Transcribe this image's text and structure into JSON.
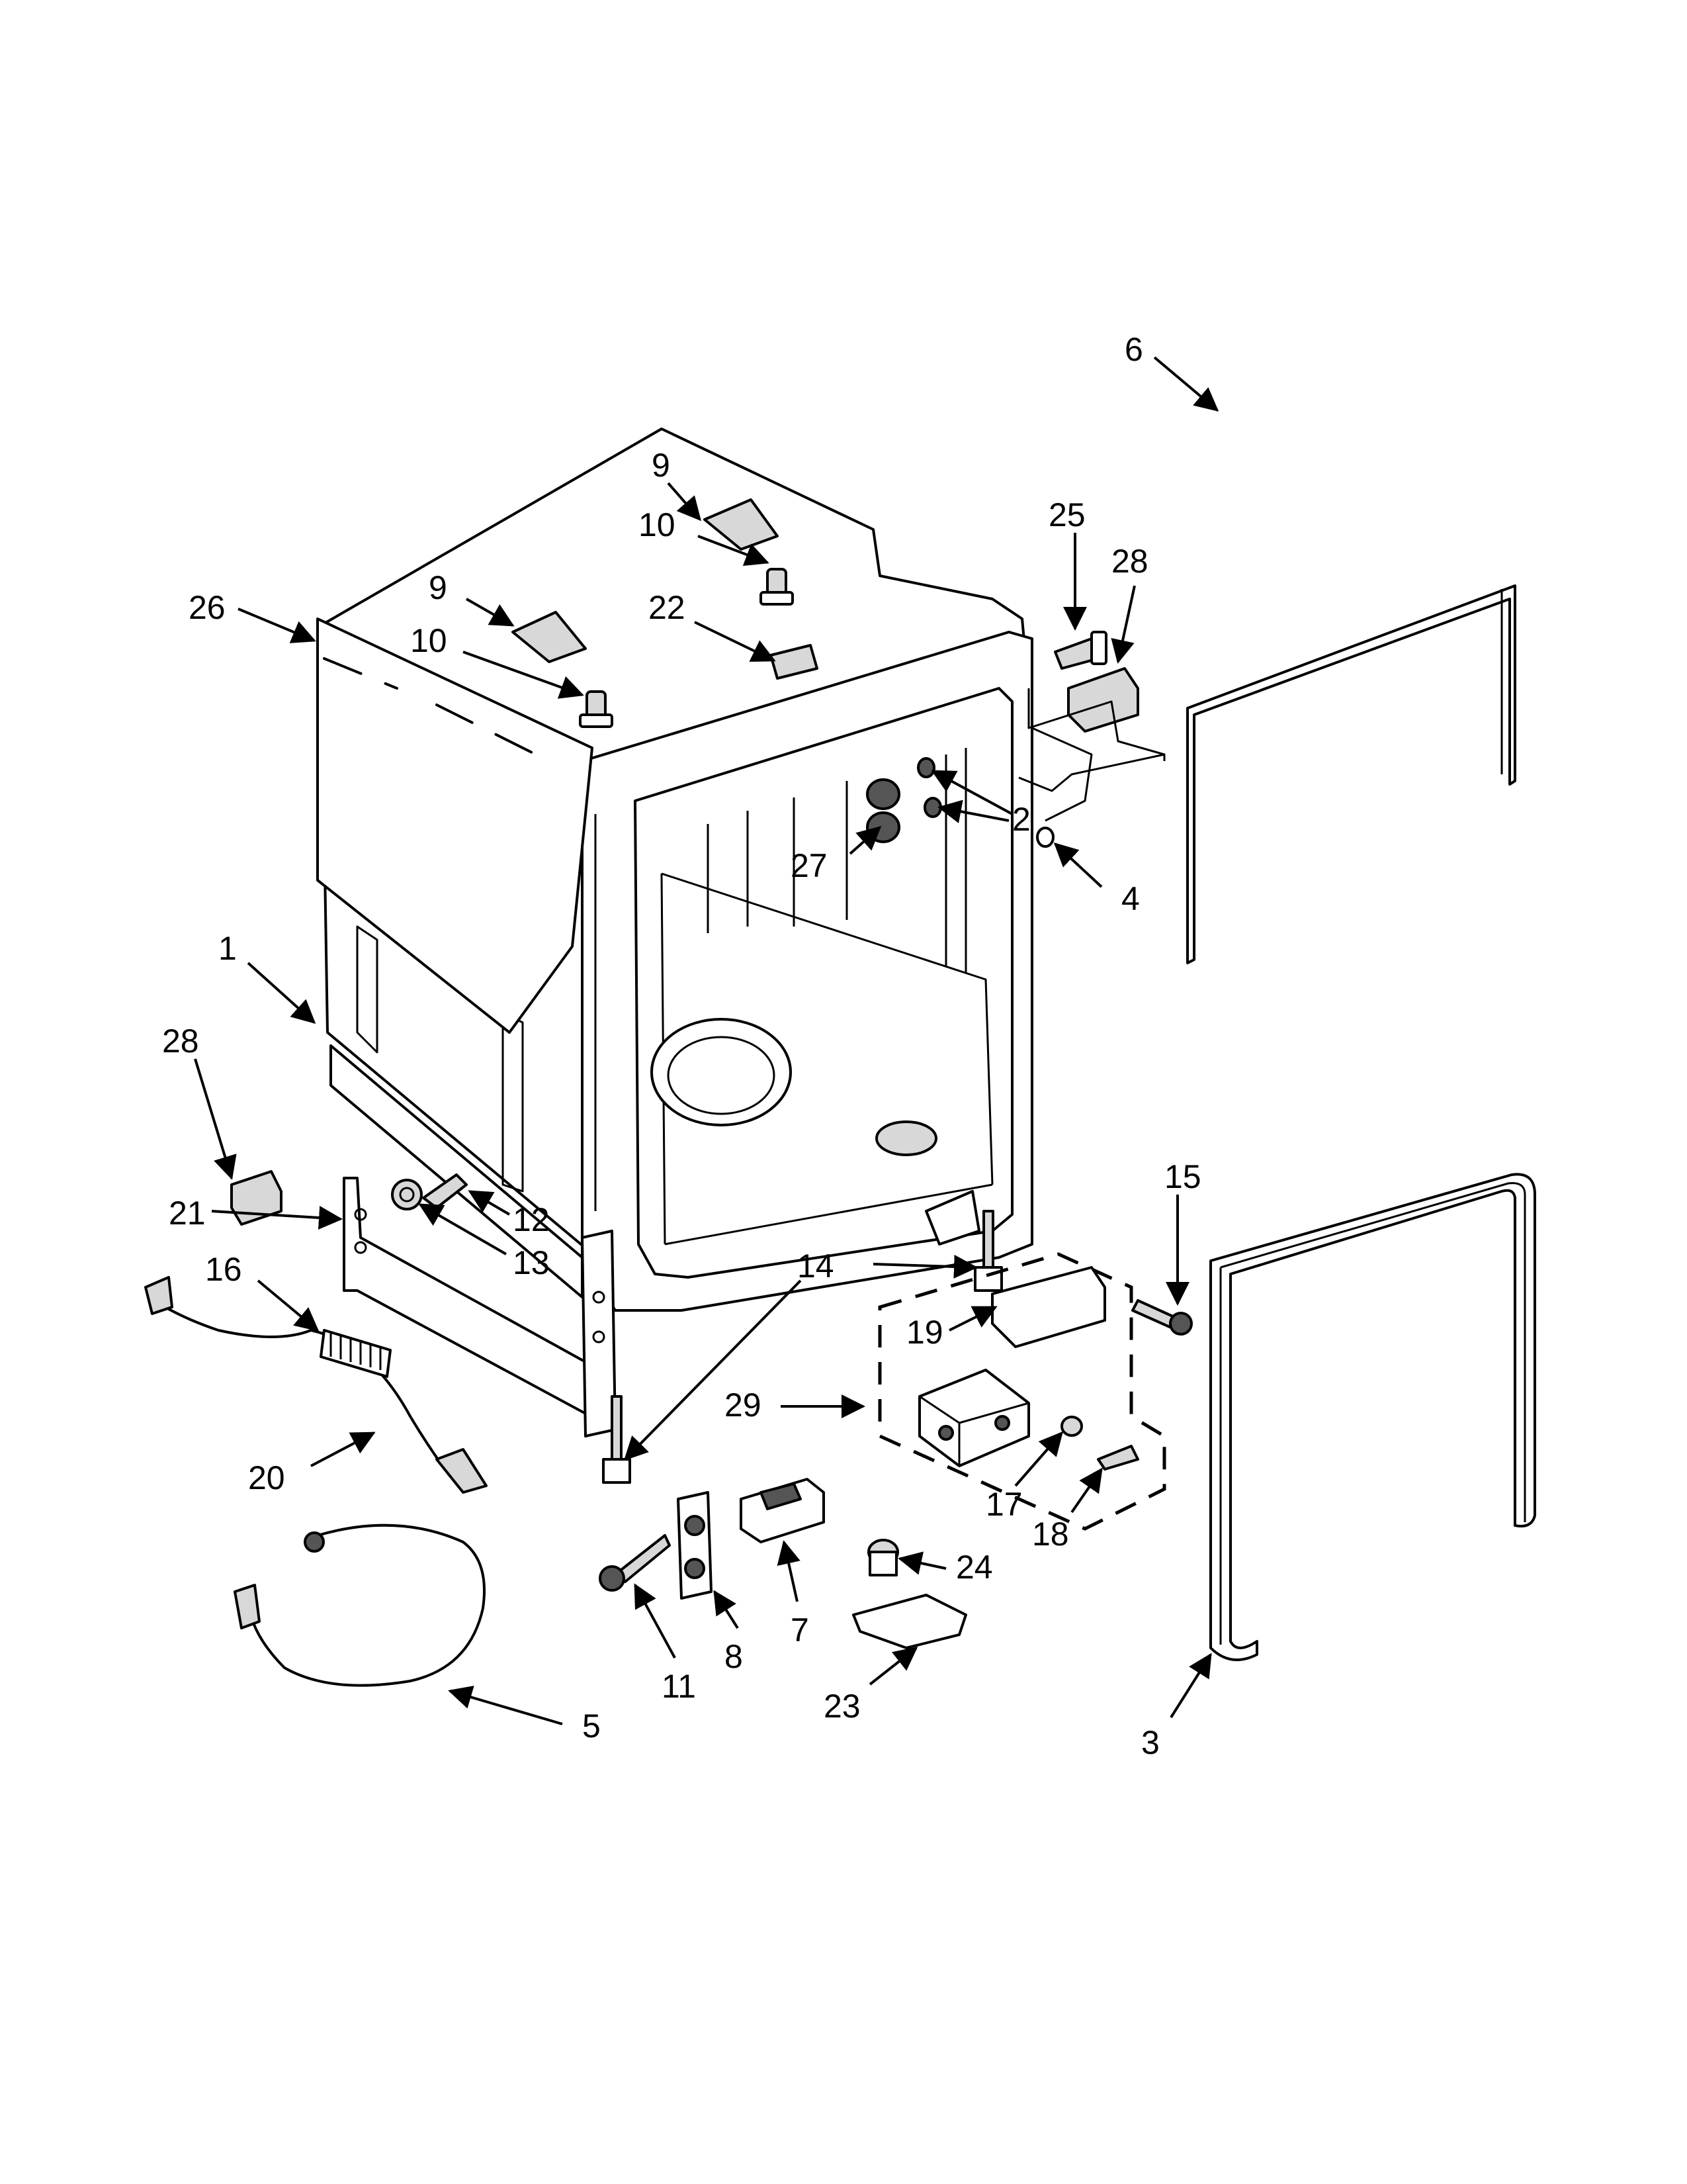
{
  "callouts": [
    {
      "id": "1",
      "text": "1"
    },
    {
      "id": "2",
      "text": "2"
    },
    {
      "id": "3",
      "text": "3"
    },
    {
      "id": "4",
      "text": "4"
    },
    {
      "id": "5",
      "text": "5"
    },
    {
      "id": "6",
      "text": "6"
    },
    {
      "id": "7",
      "text": "7"
    },
    {
      "id": "8",
      "text": "8"
    },
    {
      "id": "9a",
      "text": "9"
    },
    {
      "id": "9b",
      "text": "9"
    },
    {
      "id": "10a",
      "text": "10"
    },
    {
      "id": "10b",
      "text": "10"
    },
    {
      "id": "11",
      "text": "11"
    },
    {
      "id": "12",
      "text": "12"
    },
    {
      "id": "13",
      "text": "13"
    },
    {
      "id": "14",
      "text": "14"
    },
    {
      "id": "15",
      "text": "15"
    },
    {
      "id": "16",
      "text": "16"
    },
    {
      "id": "17",
      "text": "17"
    },
    {
      "id": "18",
      "text": "18"
    },
    {
      "id": "19",
      "text": "19"
    },
    {
      "id": "20",
      "text": "20"
    },
    {
      "id": "21",
      "text": "21"
    },
    {
      "id": "22",
      "text": "22"
    },
    {
      "id": "23",
      "text": "23"
    },
    {
      "id": "24",
      "text": "24"
    },
    {
      "id": "25",
      "text": "25"
    },
    {
      "id": "26",
      "text": "26"
    },
    {
      "id": "27",
      "text": "27"
    },
    {
      "id": "28a",
      "text": "28"
    },
    {
      "id": "28b",
      "text": "28"
    },
    {
      "id": "29",
      "text": "29"
    }
  ]
}
